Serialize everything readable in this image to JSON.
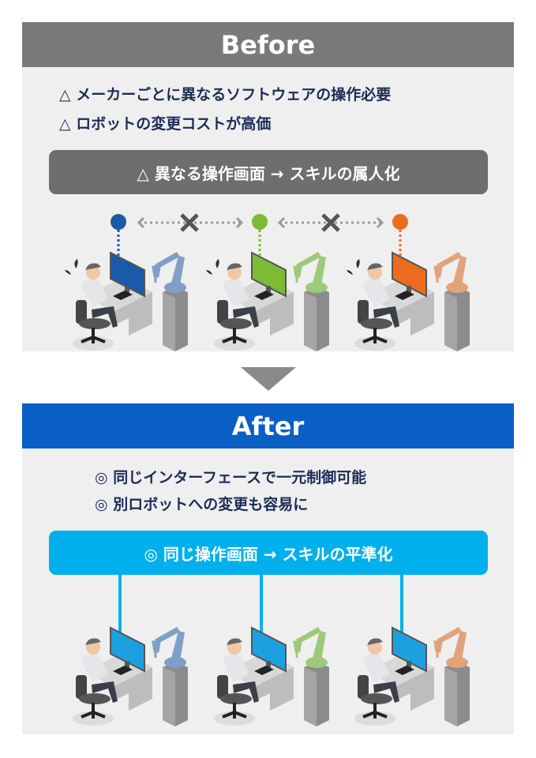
{
  "before": {
    "title": "Before",
    "points": [
      "△ メーカーごとに異なるソフトウェアの操作必要",
      "△ ロボットの変更コストが高価"
    ],
    "summary": "△ 異なる操作画面 → スキルの属人化",
    "stations": [
      {
        "screen": "#1a5aa8",
        "robot": "#7f9fc8",
        "pin": "#1a5aa8"
      },
      {
        "screen": "#7dbb35",
        "robot": "#9ec97a",
        "pin": "#7dbb35"
      },
      {
        "screen": "#ec6c1f",
        "robot": "#e0a37a",
        "pin": "#ec6c1f"
      }
    ]
  },
  "after": {
    "title": "After",
    "points": [
      "◎ 同じインターフェースで一元制御可能",
      "◎ 別ロボットへの変更も容易に"
    ],
    "summary": "◎ 同じ操作画面 → スキルの平準化",
    "stations": [
      {
        "screen": "#1da0e0",
        "robot": "#7f9fc8"
      },
      {
        "screen": "#1da0e0",
        "robot": "#9ec97a"
      },
      {
        "screen": "#1da0e0",
        "robot": "#e0a37a"
      }
    ]
  },
  "colors": {
    "before_header": "#7a7a7a",
    "after_header": "#0a5fc4",
    "before_pill": "#6e6e6e",
    "after_pill": "#00b0ec",
    "arrow": "#8a8a8a"
  }
}
